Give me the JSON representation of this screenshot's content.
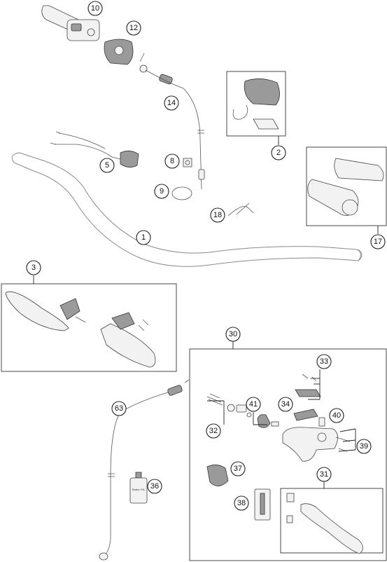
{
  "diagram": {
    "callouts": [
      "1",
      "2",
      "3",
      "5",
      "8",
      "9",
      "10",
      "12",
      "14",
      "17",
      "18",
      "30",
      "31",
      "32",
      "33",
      "34",
      "36",
      "37",
      "38",
      "39",
      "40",
      "41",
      "63"
    ],
    "bottle_label": "Brake OIL"
  }
}
